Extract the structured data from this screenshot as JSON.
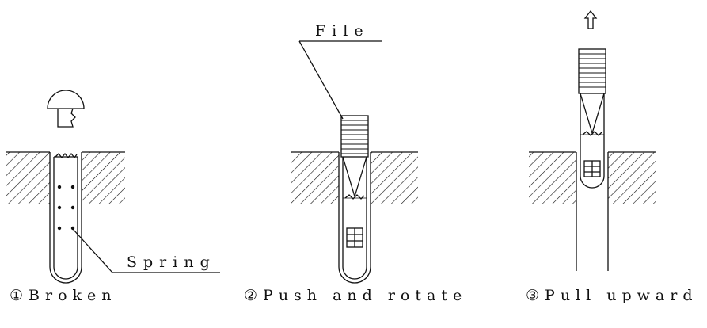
{
  "labels": {
    "file": "File",
    "spring": "Spring"
  },
  "steps": [
    {
      "caption": "①Broken"
    },
    {
      "caption": "②Push and rotate"
    },
    {
      "caption": "③Pull upward"
    }
  ],
  "colors": {
    "line": "#111111",
    "background": "#ffffff"
  },
  "icons": {
    "arrow": "up-arrow-icon"
  }
}
